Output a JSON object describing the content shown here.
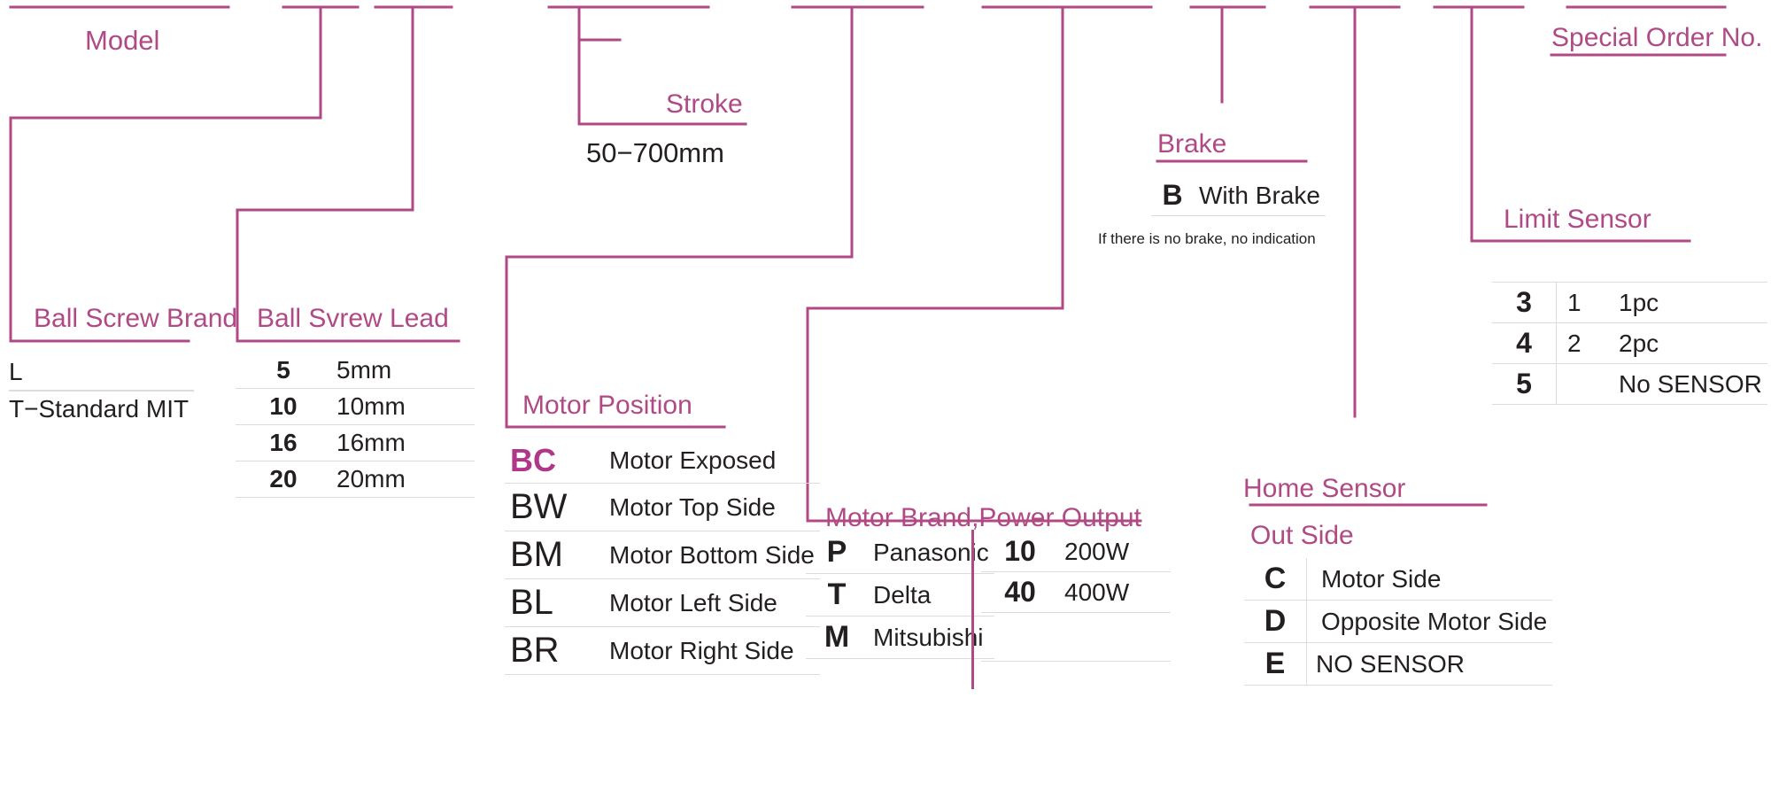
{
  "theme": {
    "line_color": "#b04a85",
    "accent_pink": "#b0368a",
    "text_dark": "#231f20",
    "rule_grey": "#dcdcdc",
    "background": "#ffffff"
  },
  "diagram": {
    "type": "part-number-configurator",
    "title_segments": [
      "Model",
      "Ball Screw Brand",
      "Ball Svrew Lead",
      "Stroke",
      "Motor Position",
      "Motor Brand,Power Output",
      "Brake",
      "Home Sensor",
      "Limit Sensor",
      "Special Order No."
    ]
  },
  "model": {
    "label": "Model"
  },
  "ball_screw_brand": {
    "label": "Ball Screw Brand",
    "rows": [
      {
        "code": "L",
        "desc": ""
      },
      {
        "code": "",
        "desc": "T−Standard MIT"
      }
    ],
    "code": "L",
    "desc": "T−Standard MIT"
  },
  "ball_screw_lead": {
    "label": "Ball Svrew Lead",
    "rows": [
      {
        "code": "5",
        "desc": "5mm"
      },
      {
        "code": "10",
        "desc": "10mm"
      },
      {
        "code": "16",
        "desc": "16mm"
      },
      {
        "code": "20",
        "desc": "20mm"
      }
    ]
  },
  "stroke": {
    "label": "Stroke",
    "value": "50−700mm"
  },
  "motor_position": {
    "label": "Motor Position",
    "rows": [
      {
        "code": "BC",
        "desc": "Motor Exposed"
      },
      {
        "code": "BW",
        "desc": "Motor Top Side"
      },
      {
        "code": "BM",
        "desc": "Motor Bottom Side"
      },
      {
        "code": "BL",
        "desc": "Motor Left Side"
      },
      {
        "code": "BR",
        "desc": "Motor Right Side"
      }
    ]
  },
  "motor_brand_power": {
    "label": "Motor Brand,Power Output",
    "brand_rows": [
      {
        "code": "P",
        "desc": "Panasonic"
      },
      {
        "code": "T",
        "desc": "Delta"
      },
      {
        "code": "M",
        "desc": "Mitsubishi"
      }
    ],
    "power_rows": [
      {
        "code": "10",
        "desc": "200W"
      },
      {
        "code": "40",
        "desc": "400W"
      },
      {
        "code": "",
        "desc": ""
      }
    ]
  },
  "brake": {
    "label": "Brake",
    "rows": [
      {
        "code": "B",
        "desc": "With Brake"
      }
    ],
    "note": "If there is no brake, no indication"
  },
  "home_sensor": {
    "label": "Home Sensor",
    "sublabel": "Out Side",
    "rows": [
      {
        "code": "C",
        "desc": "Motor Side"
      },
      {
        "code": "D",
        "desc": "Opposite Motor Side"
      },
      {
        "code": "E",
        "desc": "NO SENSOR"
      }
    ]
  },
  "limit_sensor": {
    "label": "Limit Sensor",
    "rows": [
      {
        "code": "3",
        "qty": "1",
        "desc": "1pc"
      },
      {
        "code": "4",
        "qty": "2",
        "desc": "2pc"
      },
      {
        "code": "5",
        "qty": "",
        "desc": "No SENSOR"
      }
    ]
  },
  "special_order": {
    "label": "Special Order No."
  }
}
